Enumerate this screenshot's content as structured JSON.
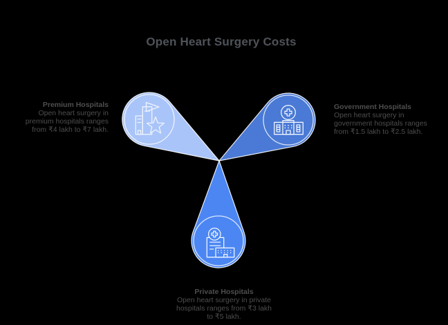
{
  "title": "Open Heart Surgery Costs",
  "colors": {
    "background": "#000000",
    "title_text": "#4f5359",
    "body_text": "#4e4e4e",
    "premium_fill": "#a9c4f8",
    "government_fill": "#4a7ad5",
    "private_fill": "#4b86f3",
    "icon_stroke": "#eef4fe"
  },
  "premium": {
    "heading": "Premium Hospitals",
    "body": "Open heart surgery in\npremium hospitals ranges\nfrom ₹4 lakh to ₹7 lakh.",
    "icon": "premium-building-flag-star-icon"
  },
  "government": {
    "heading": "Government Hospitals",
    "body": "Open heart surgery in\ngovernment hospitals ranges\nfrom ₹1.5 lakh to ₹2.5 lakh.",
    "icon": "hospital-building-cross-icon"
  },
  "private": {
    "heading": "Private Hospitals",
    "body": "Open heart surgery in private\nhospitals ranges from ₹3 lakh\nto ₹5 lakh.",
    "icon": "clinic-building-plus-icon"
  }
}
